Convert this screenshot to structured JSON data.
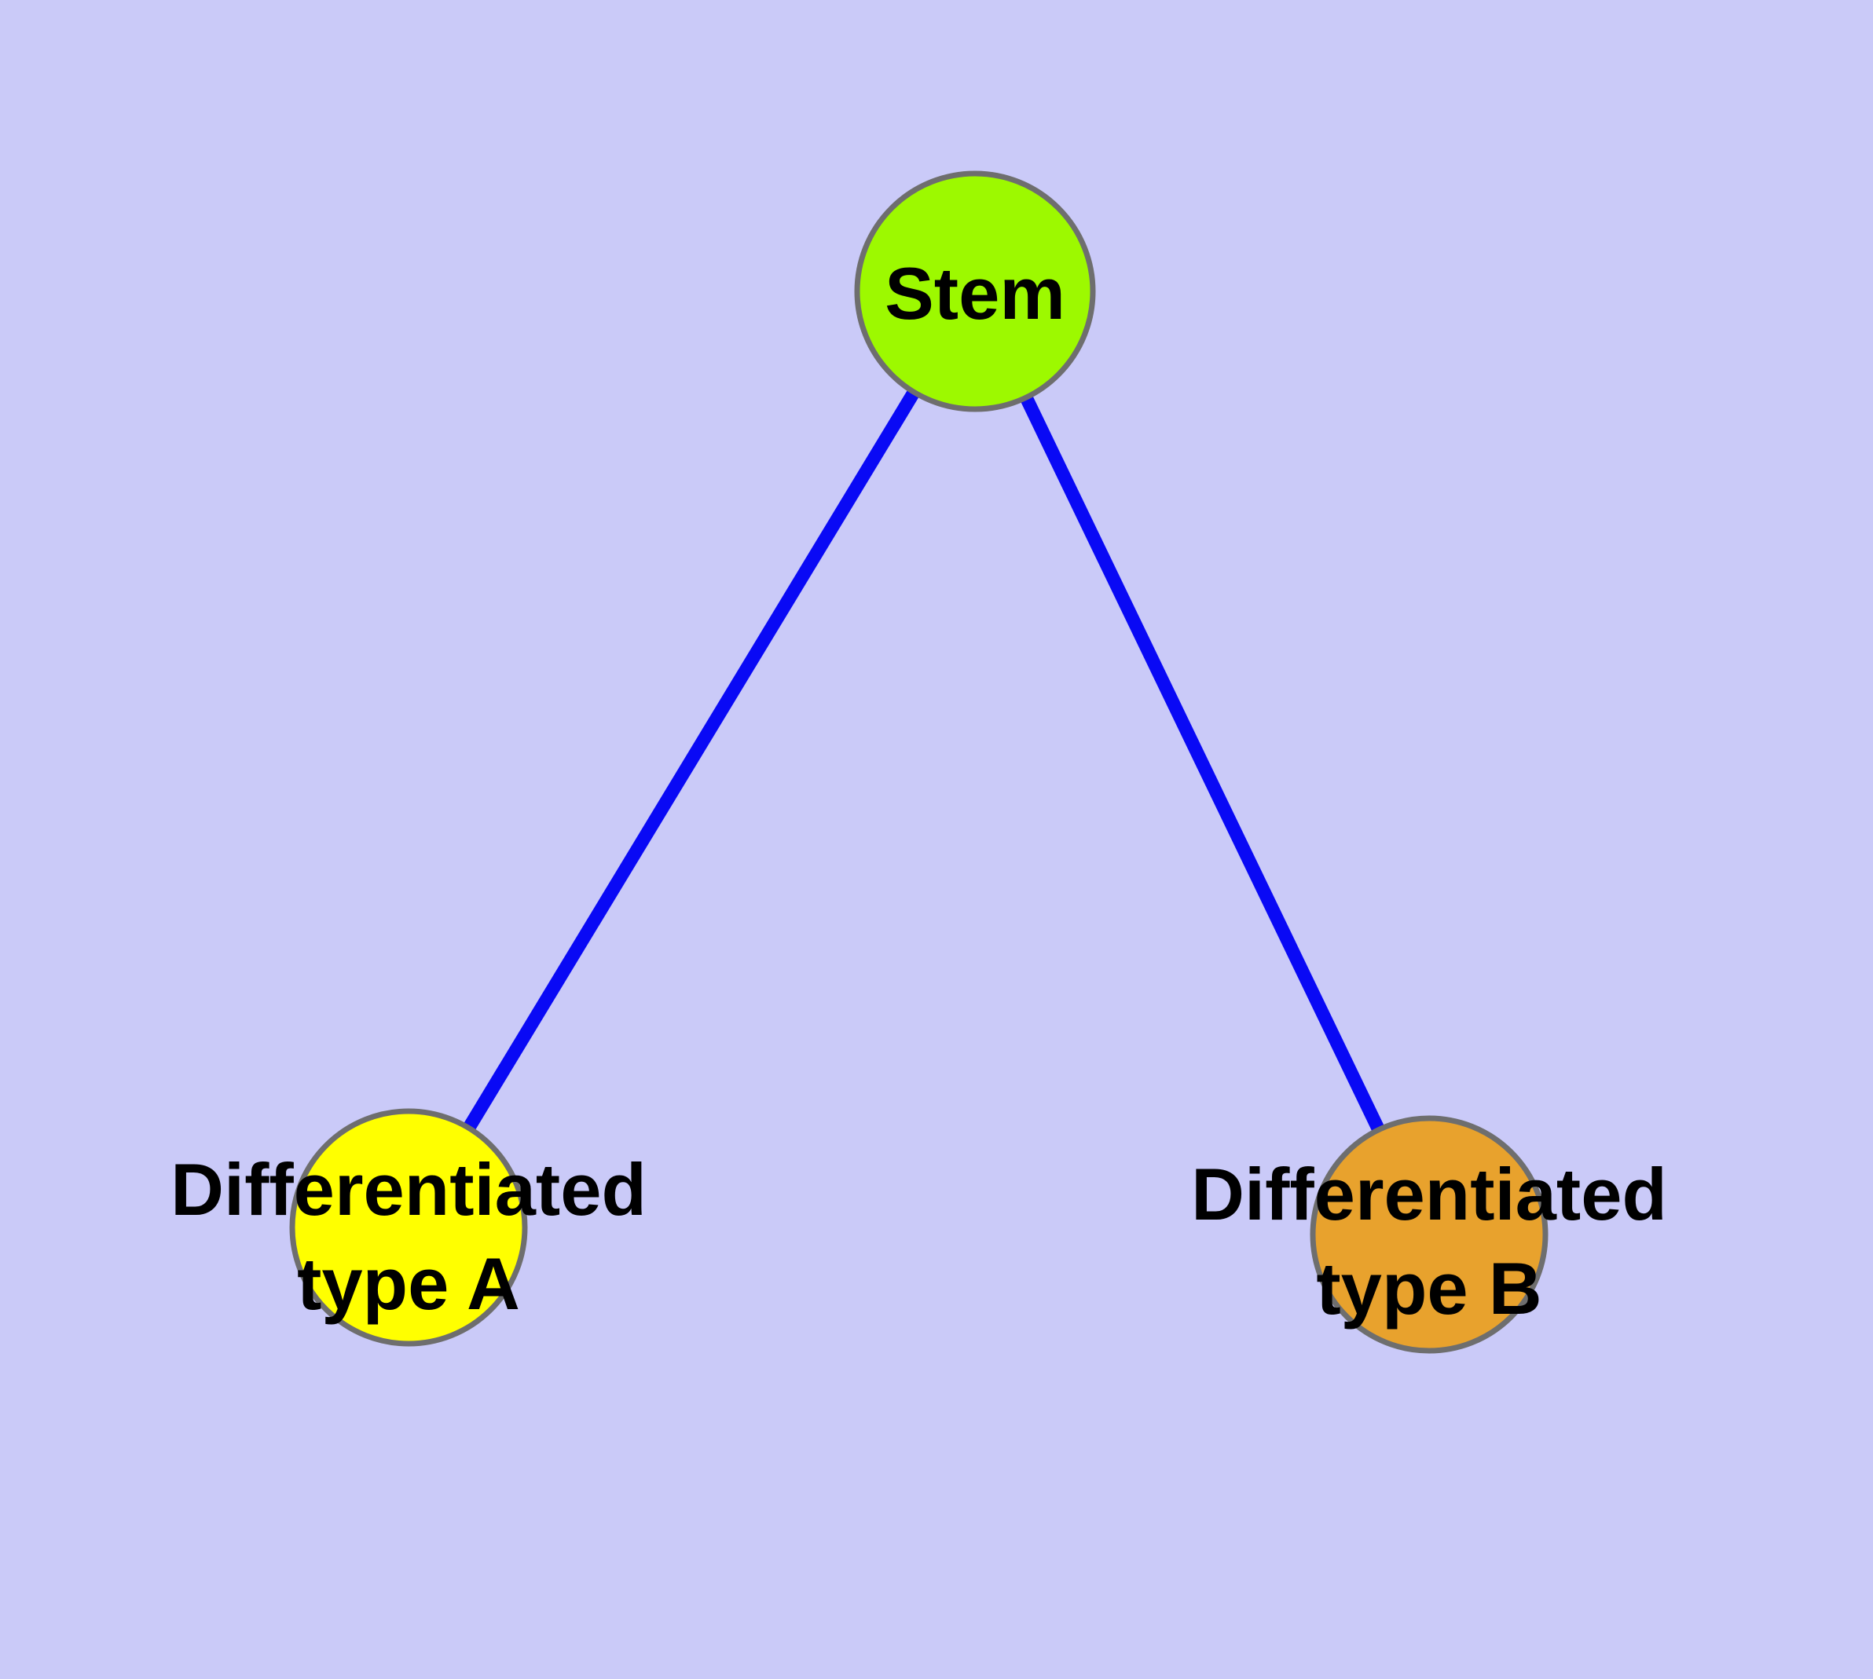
{
  "diagram": {
    "type": "graph",
    "background_color": "#CACAF8",
    "edge_color": "#0909F5",
    "node_border_color": "#6E6E6E",
    "label_color": "#000000",
    "nodes": [
      {
        "id": "stem",
        "label": "Stem",
        "fill_color": "#9DF900"
      },
      {
        "id": "differentiated-type-a",
        "label_line1": "Differentiated",
        "label_line2": "type A",
        "fill_color": "#FFFF00"
      },
      {
        "id": "differentiated-type-b",
        "label_line1": "Differentiated",
        "label_line2": "type B",
        "fill_color": "#E8A22D"
      }
    ],
    "edges": [
      {
        "from": "Stem",
        "to": "Differentiated type A"
      },
      {
        "from": "Stem",
        "to": "Differentiated type B"
      }
    ]
  }
}
